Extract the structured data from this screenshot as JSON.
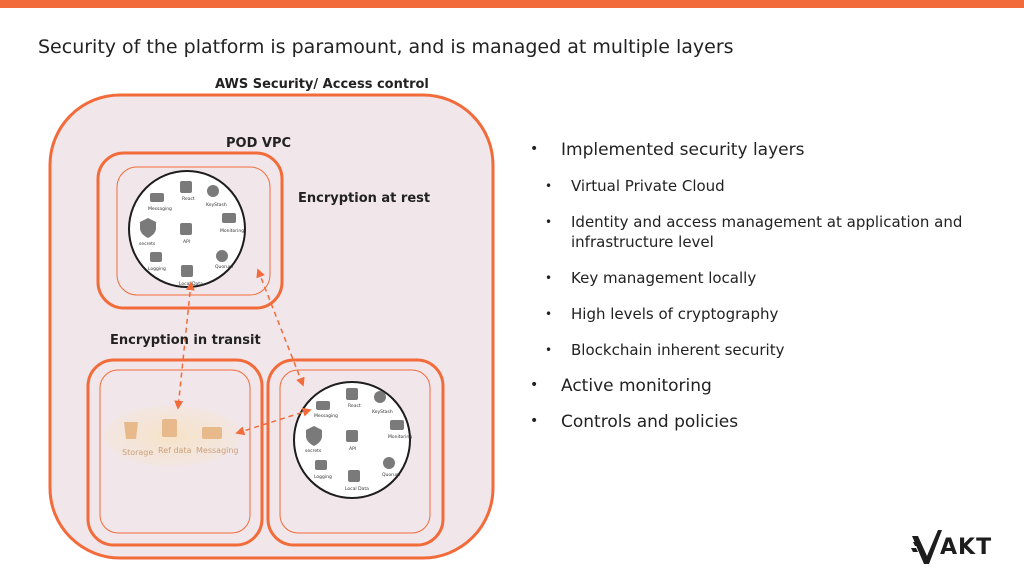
{
  "slide": {
    "title": "Security of the platform is paramount, and is managed at multiple layers"
  },
  "diagram": {
    "aws_label": "AWS Security/ Access control",
    "pod_vpc_label": "POD VPC",
    "encryption_rest_label": "Encryption at rest",
    "encryption_transit_label": "Encryption in transit",
    "node_top": {
      "items": [
        "Messaging",
        "React",
        "KeyStash",
        "secrets",
        "API",
        "Monitoring",
        "Logging",
        "Local Data",
        "Quorum"
      ]
    },
    "node_bottom": {
      "items": [
        "Messaging",
        "React",
        "KeyStash",
        "secrets",
        "API",
        "Monitoring",
        "Logging",
        "Local Data",
        "Quorum"
      ]
    },
    "shared": {
      "items": [
        "Storage",
        "Ref data",
        "Messaging"
      ]
    }
  },
  "bullets": [
    {
      "level": 1,
      "text": "Implemented security layers"
    },
    {
      "level": 2,
      "text": "Virtual Private Cloud"
    },
    {
      "level": 2,
      "text": "Identity and access management at application and infrastructure level"
    },
    {
      "level": 2,
      "text": "Key management locally"
    },
    {
      "level": 2,
      "text": "High levels of cryptography"
    },
    {
      "level": 2,
      "text": "Blockchain inherent security"
    },
    {
      "level": 1,
      "text": "Active monitoring"
    },
    {
      "level": 1,
      "text": "Controls and policies"
    }
  ],
  "logo": {
    "text": "AKT"
  },
  "colors": {
    "accent": "#f26b3a",
    "panel_fill": "#f1e6e9",
    "dark": "#1d1d1d"
  }
}
